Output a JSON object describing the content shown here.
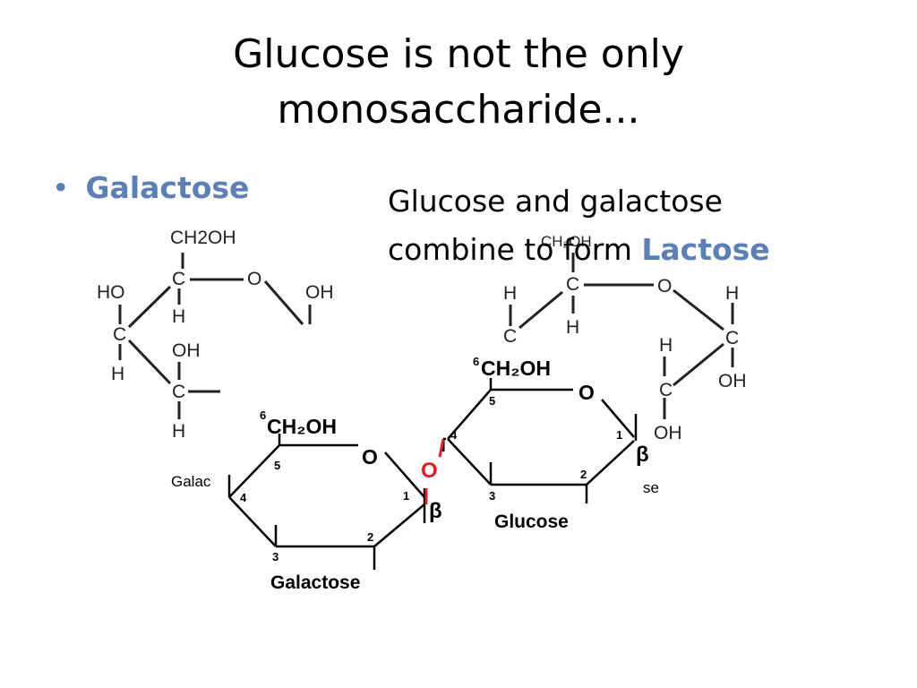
{
  "slide": {
    "title_line1": "Glucose is not the only",
    "title_line2": "monosaccharide...",
    "bullet_term": "Galactose",
    "subtitle_part1": "Glucose and galactose",
    "subtitle_part2": "combine to form ",
    "subtitle_accent": "Lactose"
  },
  "galactose_open": {
    "ch2oh": "CH2OH",
    "ho": "HO",
    "o": "O",
    "oh_right": "OH",
    "h1": "H",
    "c_top": "C",
    "c_left": "C",
    "h_left": "H",
    "oh_mid": "OH",
    "c_mid": "C",
    "h_bottom": "H",
    "caption_fragment": "Galac"
  },
  "glucose_open": {
    "ch2oh": "CH₂OH",
    "h_left": "H",
    "c_top": "C",
    "o": "O",
    "h_right": "H",
    "c_left": "C",
    "h_under": "H",
    "h_inner": "H",
    "c_right": "C",
    "c_inner": "C",
    "oh_right": "OH",
    "oh_bottom": "OH",
    "caption_fragment": "se"
  },
  "lactose": {
    "gal_carbon6": "6",
    "gal_ch2oh": "CH₂OH",
    "gal_ring_o": "O",
    "gal_c5": "5",
    "gal_c4": "4",
    "gal_c1": "1",
    "gal_beta": "β",
    "gal_c3": "3",
    "gal_c2": "2",
    "gal_label": "Galactose",
    "link_o": "O",
    "glc_carbon6": "6",
    "glc_ch2oh": "CH₂OH",
    "glc_ring_o": "O",
    "glc_c5": "5",
    "glc_c4": "4",
    "glc_c1": "1",
    "glc_beta": "β",
    "glc_c3": "3",
    "glc_c2": "2",
    "glc_label": "Glucose"
  },
  "colors": {
    "accent": "#5b80b5",
    "bond_red": "#e02020"
  }
}
